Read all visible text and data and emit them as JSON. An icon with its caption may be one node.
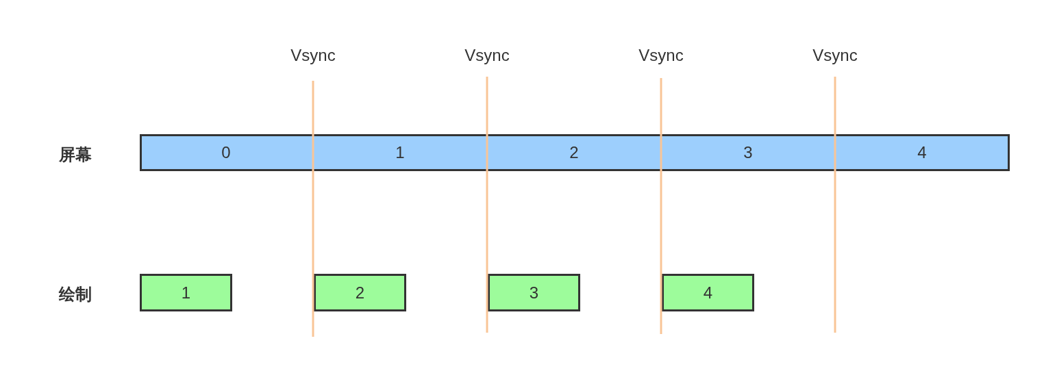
{
  "diagram": {
    "nodes": [
      {
        "text": [
          "0",
          "1",
          "2",
          "3",
          "4"
        ]
      },
      {
        "text": [
          "1"
        ]
      },
      {
        "text": [
          "2"
        ]
      },
      {
        "text": [
          "3"
        ]
      },
      {
        "text": [
          "4"
        ]
      }
    ],
    "labels": [
      "Vsync",
      "Vsync",
      "Vsync",
      "Vsync",
      "屏幕",
      "绘制"
    ]
  }
}
